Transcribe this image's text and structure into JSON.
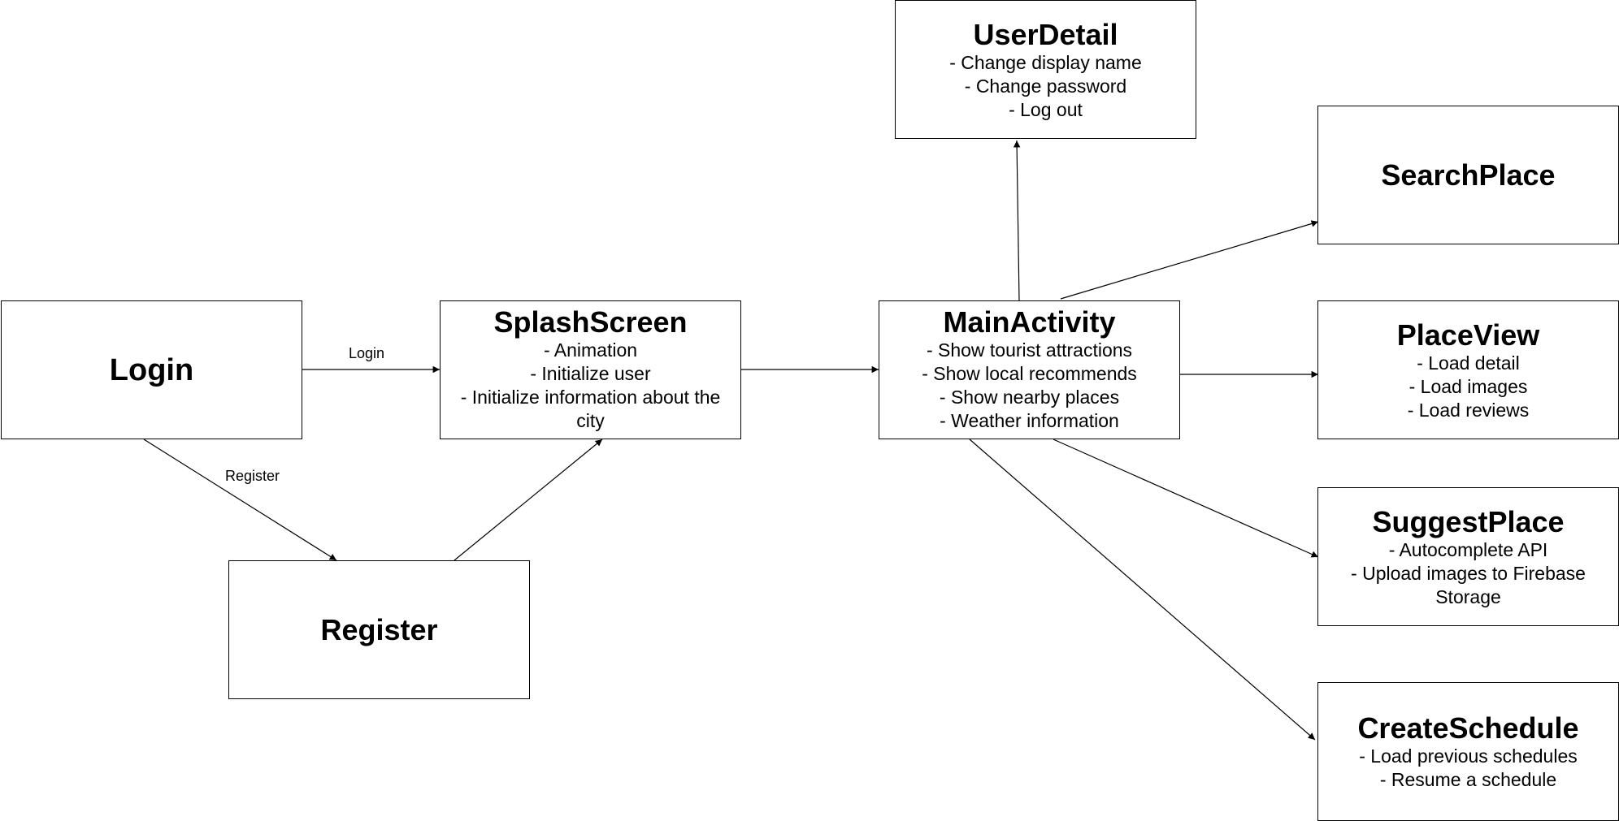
{
  "nodes": {
    "login": {
      "title": "Login"
    },
    "splash": {
      "title": "SplashScreen",
      "items": [
        "- Animation",
        "- Initialize user",
        "- Initialize information about the city"
      ]
    },
    "register": {
      "title": "Register"
    },
    "main": {
      "title": "MainActivity",
      "items": [
        "- Show tourist attractions",
        "- Show local recommends",
        "- Show nearby places",
        "- Weather information"
      ]
    },
    "userdetail": {
      "title": "UserDetail",
      "items": [
        "- Change display name",
        "- Change password",
        "- Log out"
      ]
    },
    "searchplace": {
      "title": "SearchPlace"
    },
    "placeview": {
      "title": "PlaceView",
      "items": [
        "- Load detail",
        "- Load images",
        "- Load reviews"
      ]
    },
    "suggestplace": {
      "title": "SuggestPlace",
      "items": [
        "- Autocomplete API",
        "- Upload images to Firebase Storage"
      ]
    },
    "createschedule": {
      "title": "CreateSchedule",
      "items": [
        "- Load previous schedules",
        "- Resume a schedule"
      ]
    }
  },
  "edges": {
    "login_to_splash": {
      "label": "Login"
    },
    "login_to_register": {
      "label": "Register"
    }
  },
  "colors": {
    "line": "#000000",
    "box_fill": "#ffffff"
  }
}
